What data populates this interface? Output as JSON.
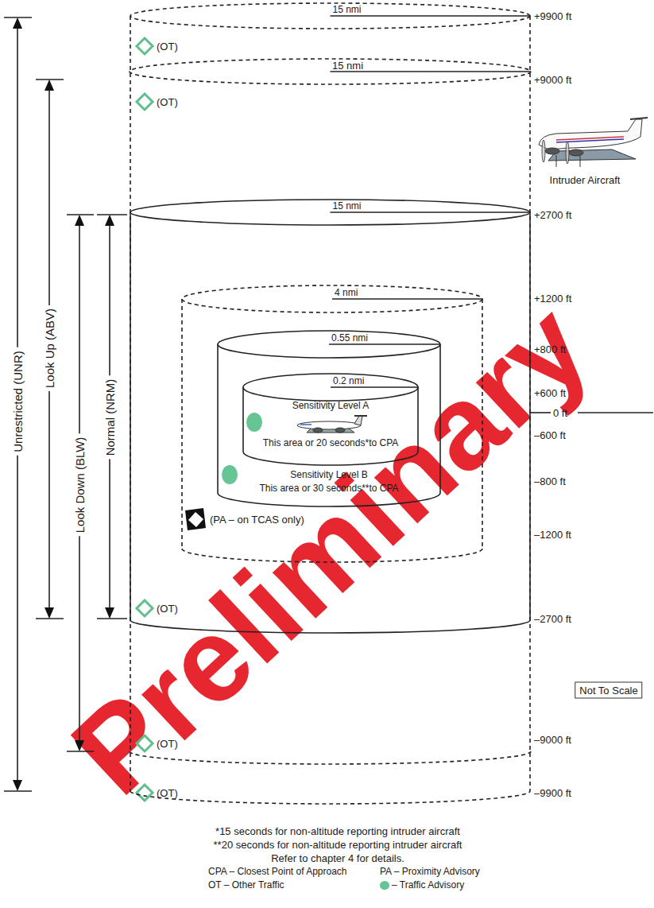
{
  "diagram": {
    "nodes": [
      {
        "text": [
          "15 nmi"
        ]
      },
      {
        "text": [
          "15 nmi"
        ],
        "in": 0
      },
      {
        "text": [
          "4 nmi"
        ],
        "in": 1
      },
      {
        "text": [
          "0.55 nmi",
          "Sensitivity Level B",
          "This area or 30 seconds**to CPA"
        ],
        "in": 2
      },
      {
        "text": [
          "0.2 nmi",
          "Sensitivity Level A",
          "This area or 20 seconds*to CPA"
        ],
        "in": 3
      }
    ],
    "labels": [
      "+9900 ft",
      "+9000 ft",
      "+2700 ft",
      "+1200 ft",
      "+800 ft",
      "+600 ft",
      "0 ft",
      "–600 ft",
      "–800 ft",
      "–1200 ft",
      "–2700 ft",
      "–9000 ft",
      "–9900 ft",
      "15 nmi",
      "(OT)",
      "(OT)",
      "(OT)",
      "(OT)",
      "(OT)",
      "(PA – on TCAS only)",
      "Intruder Aircraft",
      "Unrestricted (UNR)",
      "Look Up (ABV)",
      "Look Down (BLW)",
      "Normal (NRM)",
      "Not To Scale",
      "*15 seconds for non-altitude reporting intruder aircraft",
      "**20 seconds for non-altitude reporting intruder aircraft",
      "Refer to chapter 4 for details.",
      "Preliminary"
    ],
    "legend": [
      {
        "text": "CPA – Closest Point of Approach"
      },
      {
        "text": "PA – Proximity Advisory"
      },
      {
        "text": "OT – Other Traffic"
      },
      {
        "text": "– Traffic Advisory",
        "color": "#66c495"
      }
    ]
  }
}
